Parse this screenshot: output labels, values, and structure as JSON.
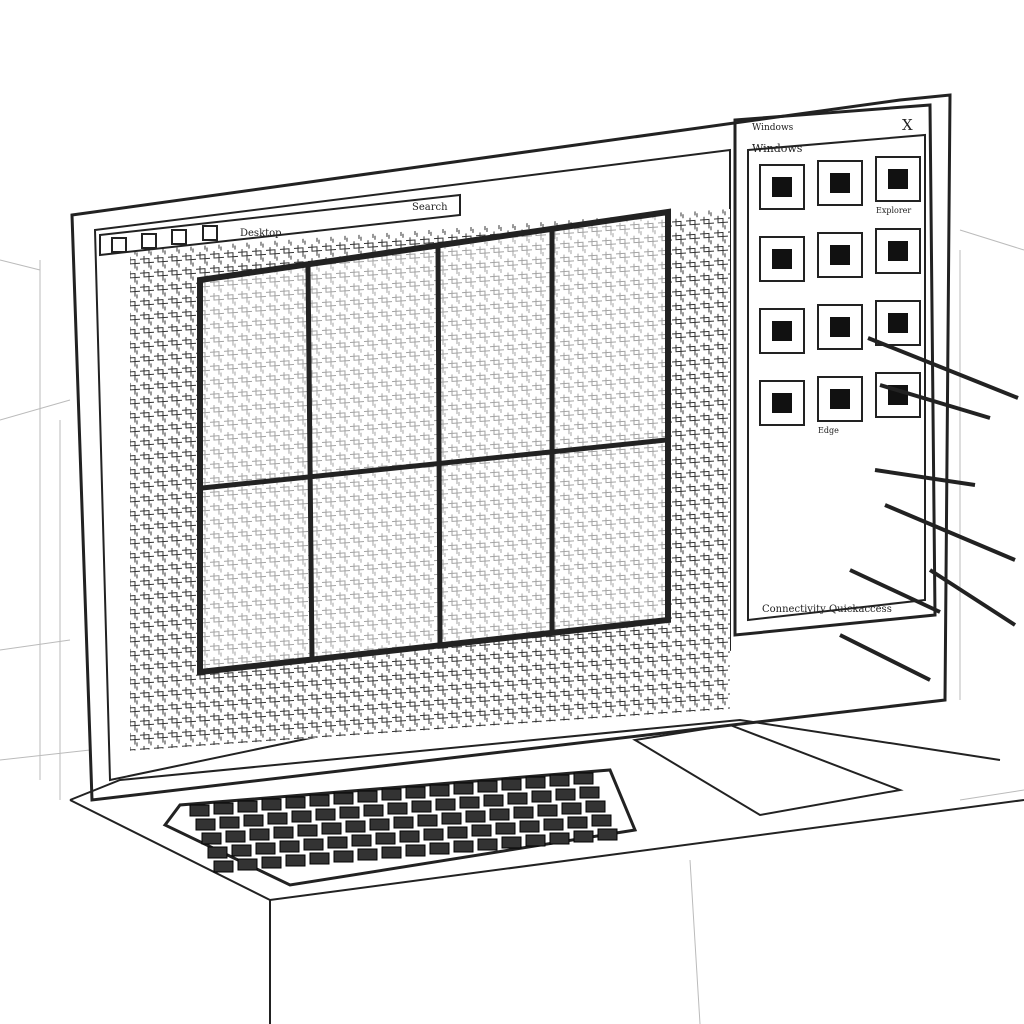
{
  "monitor_window": {
    "tab_label": "Desktop",
    "toolbar_label": "Search"
  },
  "side_panel": {
    "title_bar": "Windows",
    "close_label": "X",
    "header": "Windows",
    "icons": [
      {
        "icon": "windows-logo-icon",
        "label": ""
      },
      {
        "icon": "folder-window-icon",
        "label": ""
      },
      {
        "icon": "arrow-down-icon",
        "label": "Explorer"
      },
      {
        "icon": "document-icon",
        "label": ""
      },
      {
        "icon": "gear-icon",
        "label": ""
      },
      {
        "icon": "user-icon",
        "label": ""
      },
      {
        "icon": "v-logo-icon",
        "label": ""
      },
      {
        "icon": "windows-logo-icon",
        "label": ""
      },
      {
        "icon": "windows-grid-icon",
        "label": ""
      },
      {
        "icon": "scissors-icon",
        "label": ""
      },
      {
        "icon": "circle-icon",
        "label": "Edge"
      },
      {
        "icon": "app-icon",
        "label": ""
      }
    ],
    "footer": "Connectivity Quickaccess"
  }
}
